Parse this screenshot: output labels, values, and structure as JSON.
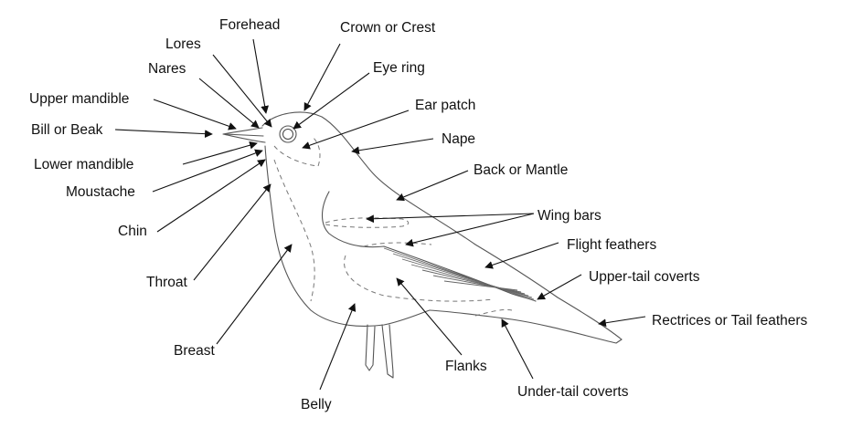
{
  "diagram": {
    "labels": {
      "forehead": "Forehead",
      "crown": "Crown or Crest",
      "lores": "Lores",
      "eye_ring": "Eye ring",
      "nares": "Nares",
      "upper_mandible": "Upper mandible",
      "ear_patch": "Ear patch",
      "bill": "Bill or Beak",
      "nape": "Nape",
      "lower_mandible": "Lower mandible",
      "back": "Back or Mantle",
      "moustache": "Moustache",
      "wing_bars": "Wing bars",
      "chin": "Chin",
      "flight_feathers": "Flight feathers",
      "upper_tail_coverts": "Upper-tail coverts",
      "throat": "Throat",
      "rectrices": "Rectrices or Tail feathers",
      "breast": "Breast",
      "flanks": "Flanks",
      "under_tail_coverts": "Under-tail coverts",
      "belly": "Belly"
    },
    "colors": {
      "text": "#111111",
      "outline": "#555555",
      "background": "#ffffff"
    }
  }
}
